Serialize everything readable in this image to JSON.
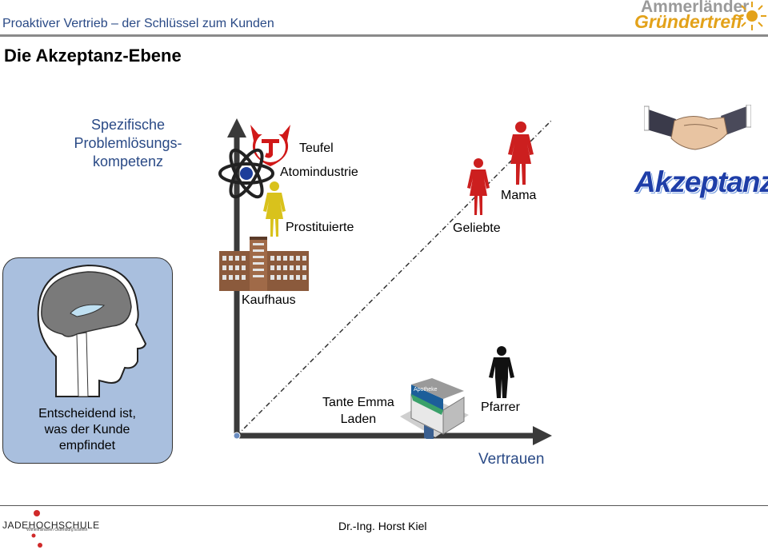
{
  "header": {
    "title": "Proaktiver Vertrieb – der Schlüssel zum Kunden",
    "logo_line1": "Ammerländer",
    "logo_line2": "Gründertreff"
  },
  "slide": {
    "title": "Die Akzeptanz-Ebene"
  },
  "diagram": {
    "y_axis_label_lines": [
      "Spezifische",
      "Problemlösungs-",
      "kompetenz"
    ],
    "x_axis_label": "Vertrauen",
    "items": {
      "teufel": "Teufel",
      "atomindustrie": "Atomindustrie",
      "prostituierte": "Prostituierte",
      "kaufhaus": "Kaufhaus",
      "geliebte": "Geliebte",
      "mama": "Mama",
      "tante_emma_line1": "Tante Emma",
      "tante_emma_line2": "Laden",
      "pfarrer": "Pfarrer",
      "apotheke_sign": "Apotheke"
    },
    "akzeptanz_logo": "Akzeptanz"
  },
  "brain_panel": {
    "caption_lines": [
      "Entscheidend ist,",
      "was der Kunde",
      "empfindet"
    ]
  },
  "footer": {
    "institution": "JADEHOCHSCHULE",
    "institution_sub": "Wilhelmshaven Oldenburg Elsfleth",
    "author": "Dr.-Ing. Horst Kiel"
  },
  "colors": {
    "accent_blue": "#2a4a86",
    "figure_red": "#cc1f1f",
    "figure_yellow": "#d9c21c",
    "axis": "#3a3a3a",
    "brain_bg": "#a9bfde"
  }
}
